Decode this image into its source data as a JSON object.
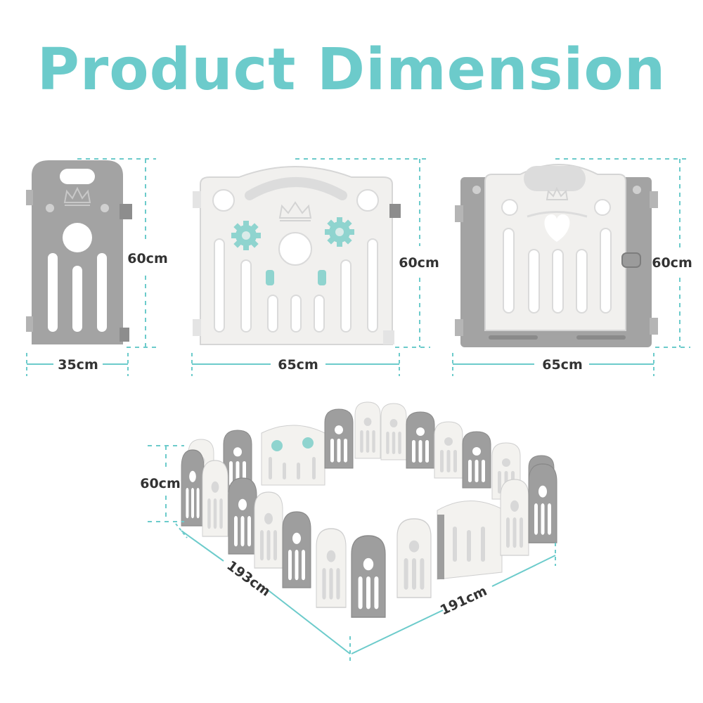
{
  "title": "Product Dimension",
  "colors": {
    "accent": "#6ccbcb",
    "panel_grey": "#a3a3a3",
    "panel_white": "#f1f0ee",
    "toy_teal": "#8fd4cf",
    "text": "#333333"
  },
  "panels": [
    {
      "name": "narrow-panel",
      "color": "grey",
      "width_label": "35cm",
      "height_label": "60cm"
    },
    {
      "name": "toy-panel",
      "color": "white",
      "width_label": "65cm",
      "height_label": "60cm"
    },
    {
      "name": "gate-panel",
      "color": "grey-white",
      "width_label": "65cm",
      "height_label": "60cm"
    }
  ],
  "playpen": {
    "height_label": "60cm",
    "depth_label": "193cm",
    "width_label": "191cm"
  },
  "icons": [
    "crown-icon",
    "heart-icon",
    "gear-toy-icon"
  ]
}
